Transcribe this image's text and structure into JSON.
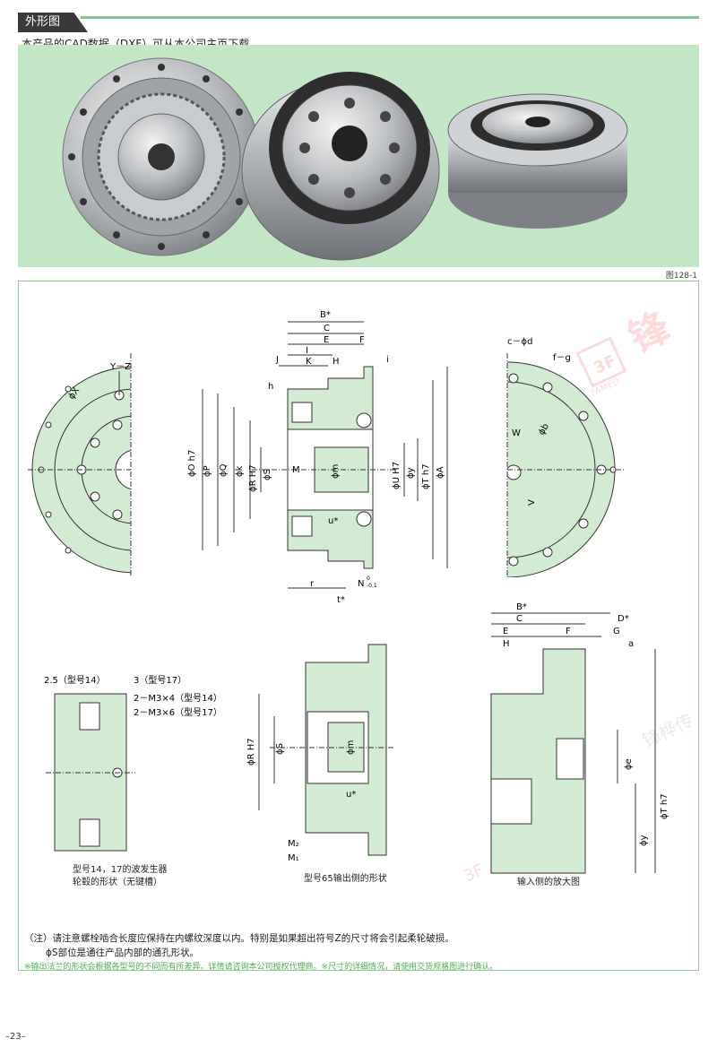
{
  "header": {
    "tab_label": "外形图"
  },
  "subtitle": "本产品的CAD数据（DXF）可从本公司主页下载。",
  "figure_label": "图128-1",
  "dims_main": {
    "B_star": "B*",
    "C": "C",
    "E": "E",
    "F": "F",
    "I": "I",
    "J": "J",
    "K": "K",
    "H": "H",
    "i": "i",
    "h": "h",
    "phiO": "ϕO h7",
    "phiP": "ϕP",
    "phiQ": "ϕQ",
    "phik": "ϕk",
    "phiR": "ϕR H7",
    "phiS": "ϕS",
    "M": "M",
    "phim": "ϕm",
    "phiU": "ϕU H7",
    "phiy": "ϕy",
    "phiT": "ϕT h7",
    "phiA": "ϕA",
    "u_star": "u*",
    "r": "r",
    "t_star": "t*",
    "N": "N",
    "N_tol_top": "0",
    "N_tol_bot": "-0.1"
  },
  "dims_left": {
    "YZ": "Y－Z",
    "phiX": "ϕX"
  },
  "dims_right": {
    "c_phid": "c－ϕd",
    "f_g": "f－g",
    "W": "W",
    "phib": "ϕb",
    "V": "V"
  },
  "dims_wave": {
    "d25": "2.5（型号14）",
    "d3": "3（型号17）",
    "m3x4": "2－M3×4（型号14）",
    "m3x6": "2－M3×6（型号17）"
  },
  "dims_65": {
    "phiR": "ϕR H7",
    "phiS": "ϕS",
    "phim": "ϕm",
    "u_star": "u*",
    "M2": "M₂",
    "M1": "M₁"
  },
  "dims_input": {
    "B_star": "B*",
    "C": "C",
    "D_star": "D*",
    "E": "E",
    "F": "F",
    "G": "G",
    "H": "H",
    "a": "a",
    "phie": "ϕe",
    "phiT": "ϕT h7",
    "phiy": "ϕy"
  },
  "watermark": {
    "brand": "锋",
    "logo": "3F",
    "logo_sub": "FAMED",
    "chars": "锋桦传"
  },
  "captions": {
    "wave": [
      "型号14，17的波发生器",
      "轮毂的形状（无键槽）"
    ],
    "model65": "型号65输出侧的形状",
    "input": "输入侧的放大图"
  },
  "notes": {
    "note1": "（注）请注意螺栓啮合长度应保持在内螺纹深度以内。特别是如果超出符号Z的尺寸将会引起柔轮破损。",
    "note2": "ϕS部位是通往产品内部的通孔形状。",
    "note3": "※输出法兰的形状会根据各型号的不同而有所差异。详情请咨询本公司授权代理商。※尺寸的详细情况，请使用交货规格图进行确认。"
  },
  "page_number": "–23–"
}
